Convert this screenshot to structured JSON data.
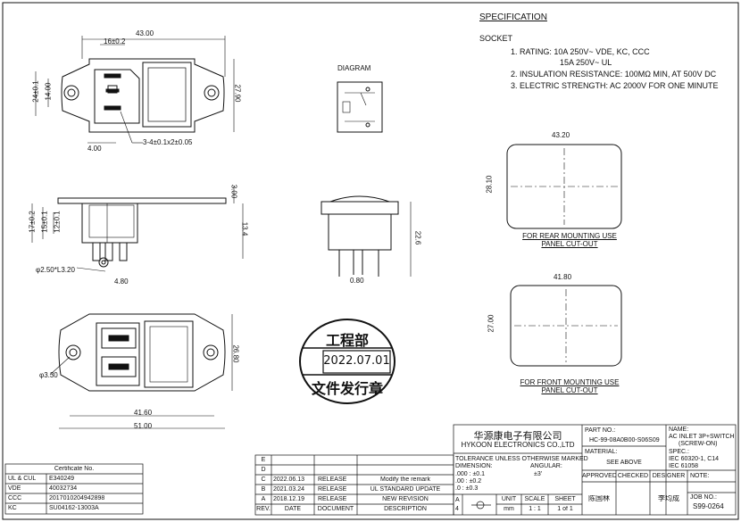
{
  "specification": {
    "title": "SPECIFICATION",
    "subtitle": "SOCKET",
    "line1": "1. RATING: 10A 250V~ VDE, KC, CCC",
    "line1b": "15A 250V~ UL",
    "line2": "2. INSULATION RESISTANCE: 100MΩ MIN, AT 500V DC",
    "line3": "3. ELECTRIC STRENGTH: AC 2000V FOR ONE MINUTE"
  },
  "diagram_label": "DIAGRAM",
  "dims": {
    "d43": "43.00",
    "d16": "16±0.2",
    "d24": "24±0.1",
    "d14": "14.00",
    "d2790": "27.90",
    "d4": "4.00",
    "d3pin": "3-4±0.1x2±0.05",
    "d17": "17±0.2",
    "d15": "15±0.1",
    "d12": "12±0.1",
    "d300": "3.00",
    "d134": "13.4",
    "d25": "φ2.50*L3.20",
    "d48": "4.80",
    "d226": "22.6",
    "d080": "0.80",
    "d33": "φ3.30",
    "d268": "26.80",
    "d416": "41.60",
    "d51": "51.00",
    "rear_w": "43.20",
    "rear_h": "28.10",
    "front_w": "41.80",
    "front_h": "27.00"
  },
  "cutouts": {
    "rear_line1": "FOR REAR MOUNTING USE",
    "rear_line2": "PANEL CUT-OUT",
    "front_line1": "FOR FRONT MOUNTING USE",
    "front_line2": "PANEL CUT-OUT"
  },
  "stamp": {
    "top": "工程部",
    "date": "2022.07.01",
    "bottom": "文件发行章"
  },
  "certificate": {
    "header": "Certificate No.",
    "rows": [
      {
        "name": "UL & CUL",
        "no": "E340249"
      },
      {
        "name": "VDE",
        "no": "40032734"
      },
      {
        "name": "CCC",
        "no": "2017010204942898"
      },
      {
        "name": "KC",
        "no": "SU04162-13003A"
      }
    ]
  },
  "revisions": {
    "empty_rows": [
      "E",
      "D"
    ],
    "rows": [
      {
        "rev": "C",
        "date": "2022.06.13",
        "doc": "RELEASE",
        "desc": "Modify the remark"
      },
      {
        "rev": "B",
        "date": "2021.03.24",
        "doc": "RELEASE",
        "desc": "UL STANDARD UPDATE"
      },
      {
        "rev": "A",
        "date": "2018.12.19",
        "doc": "RELEASE",
        "desc": "NEW REVISION"
      }
    ],
    "headers": {
      "rev": "REV.",
      "date": "DATE",
      "doc": "DOCUMENT",
      "desc": "DESCRIPTION"
    }
  },
  "company": {
    "cn": "华源康电子有限公司",
    "en": "HYKOON ELECTRONICS CO.,LTD"
  },
  "tolerance": {
    "title": "TOLERANCE UNLESS OTHERWISE MARKED",
    "dimension": "DIMENSION:",
    "angular": "ANGULAR:",
    "angular_val": "±3'",
    "l1": ".000 : ±0.1",
    "l2": ".00 : ±0.2",
    "l3": ".0 : ±0.3"
  },
  "titleblock": {
    "unit_label": "UNIT",
    "unit": "mm",
    "scale_label": "SCALE",
    "scale": "1 : 1",
    "sheet_label": "SHEET",
    "sheet": "1 of 1",
    "part_no_label": "PART NO.:",
    "part_no": "HC-99-08A0B00-S06S09",
    "name_label": "NAME:",
    "name_l1": "AC INLET 3P+SWITCH",
    "name_l2": "(SCREW-ON)",
    "material_label": "MATERIAL:",
    "material": "SEE ABOVE",
    "spec_label": "SPEC.:",
    "spec_l1": "IEC 60320-1, C14",
    "spec_l2": "IEC 61058",
    "approved": "APPROVED",
    "checked": "CHECKED",
    "designer": "DESIGNER",
    "note": "NOTE:",
    "approver_name": "陈国林",
    "designer_name": "李均成",
    "job_label": "JOB NO.:",
    "job": "S99-0264",
    "rev_marks": [
      "A",
      "4"
    ]
  }
}
